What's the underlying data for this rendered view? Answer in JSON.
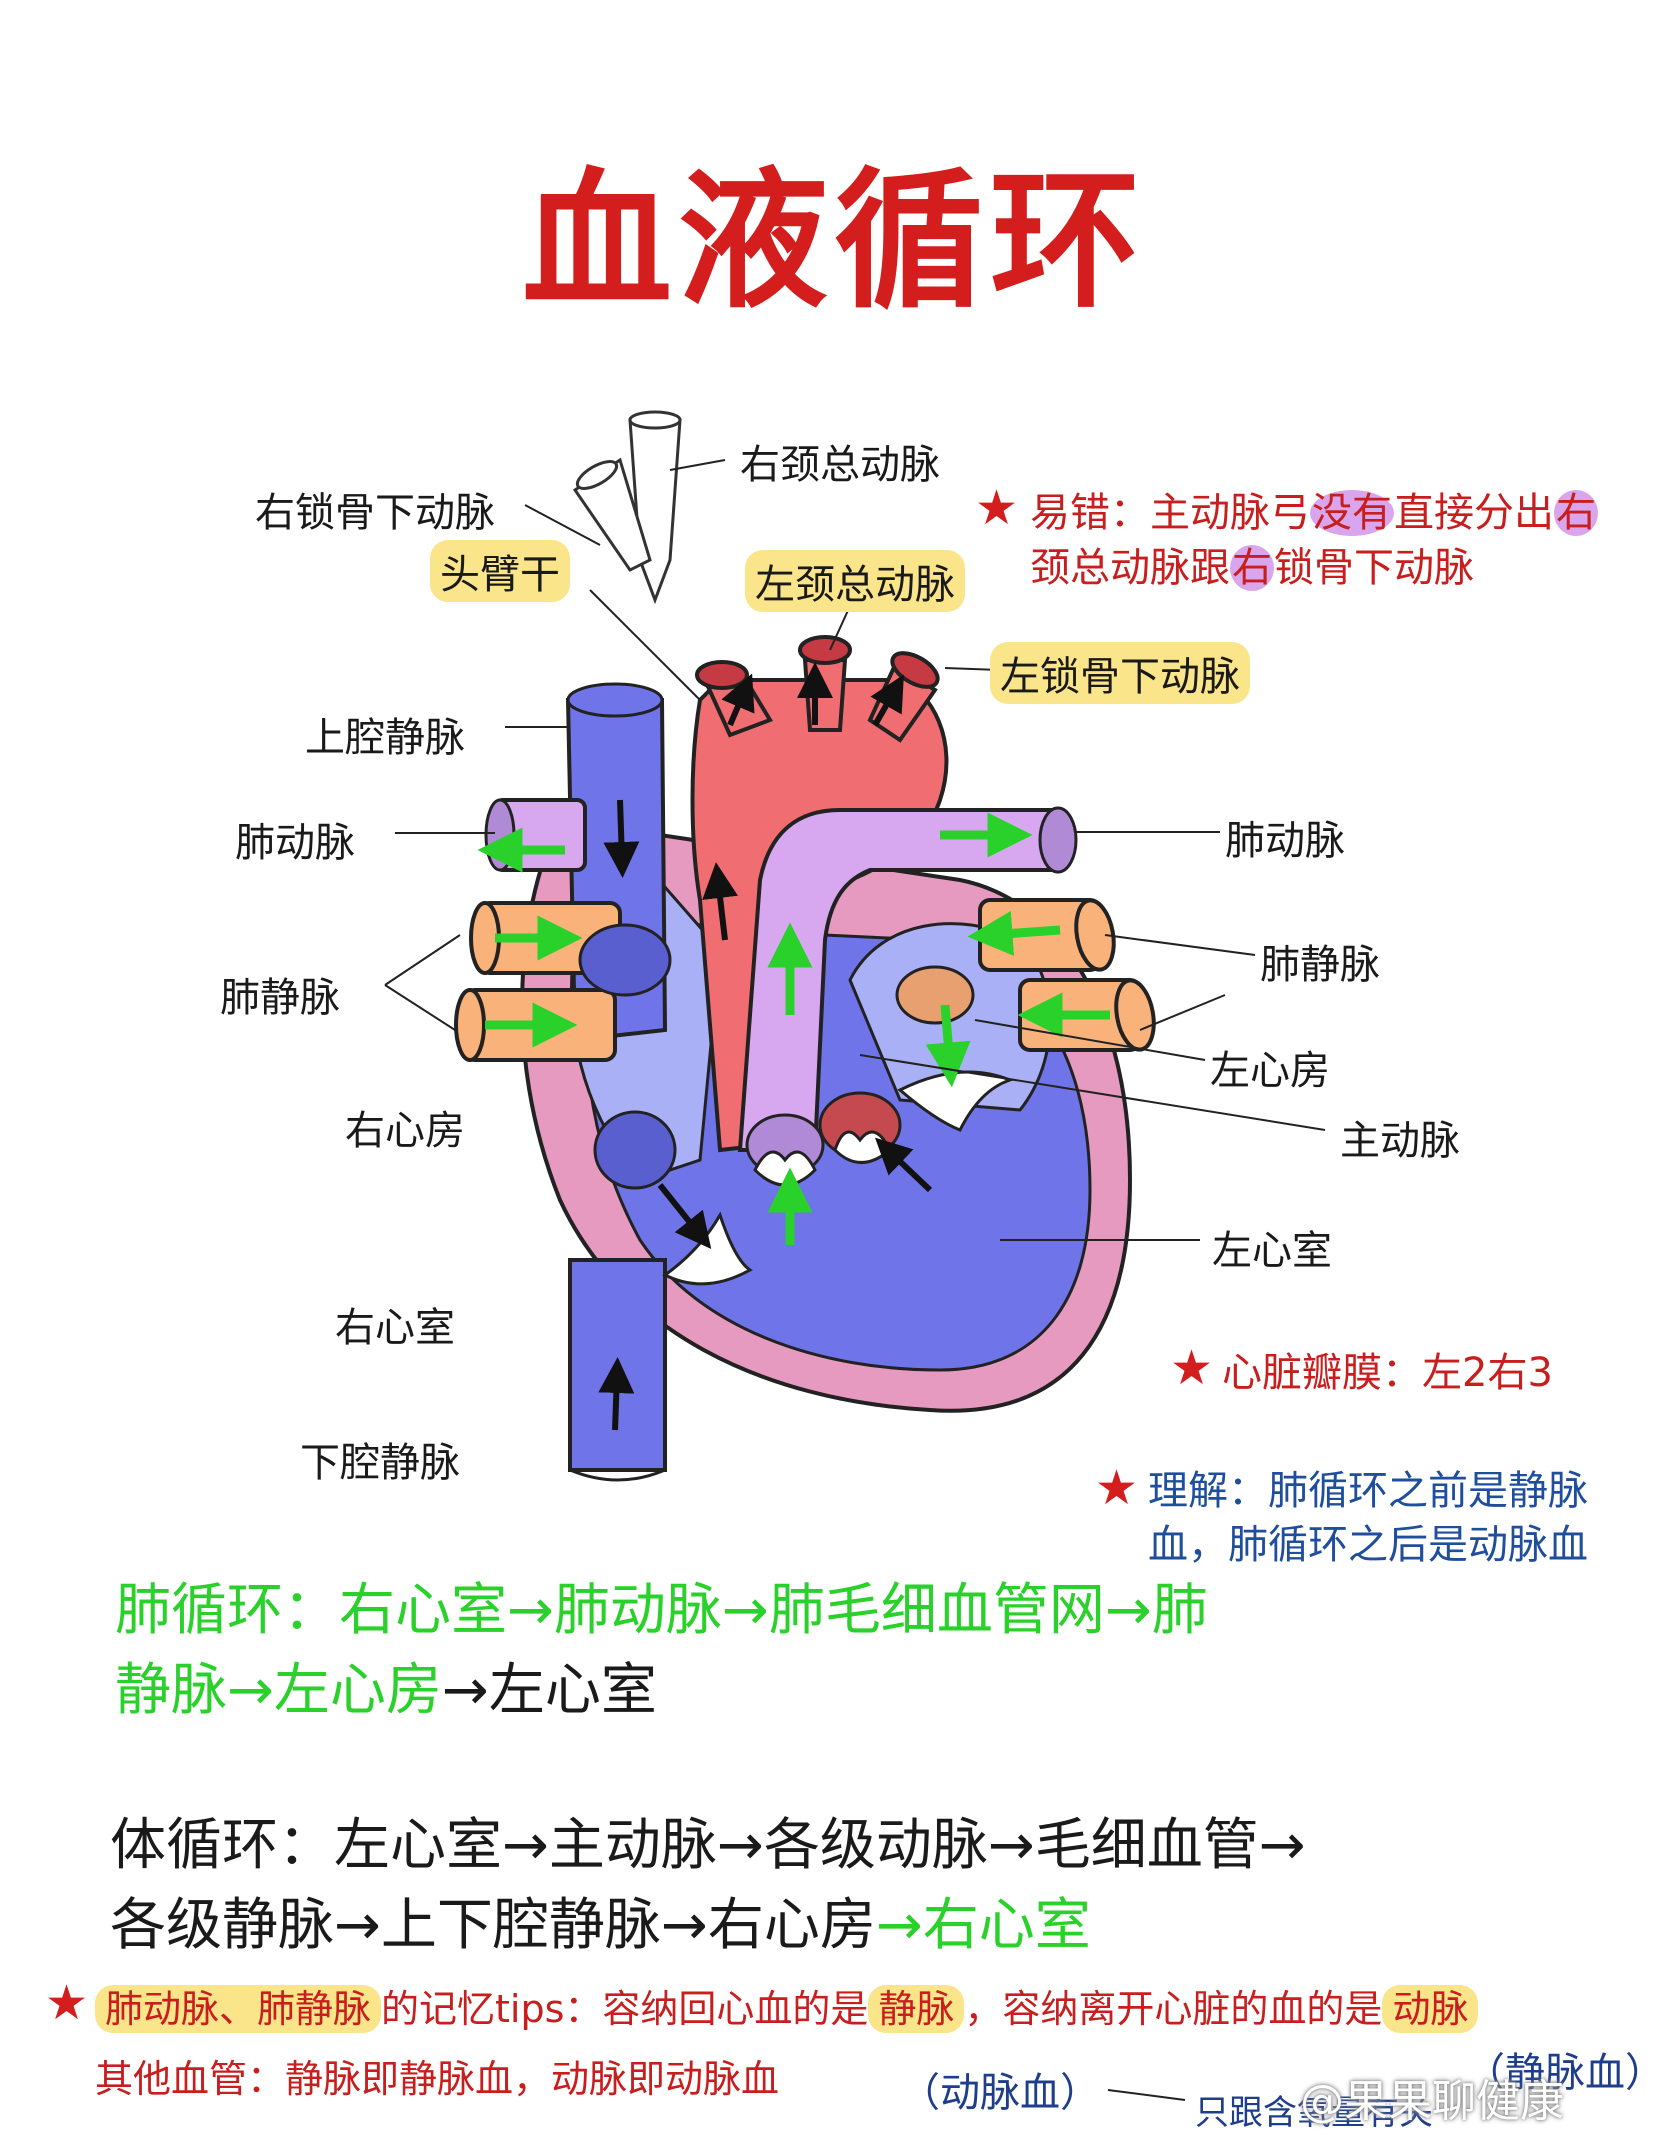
{
  "title": "血液循环",
  "labels": {
    "right_common_carotid": "右颈总动脉",
    "right_subclavian": "右锁骨下动脉",
    "brachiocephalic": "头臂干",
    "left_common_carotid": "左颈总动脉",
    "left_subclavian": "左锁骨下动脉",
    "superior_vena_cava": "上腔静脉",
    "pulmonary_artery_left": "肺动脉",
    "pulmonary_artery_right": "肺动脉",
    "pulmonary_vein_left": "肺静脉",
    "pulmonary_vein_right": "肺静脉",
    "right_atrium": "右心房",
    "left_atrium": "左心房",
    "aorta": "主动脉",
    "right_ventricle": "右心室",
    "left_ventricle": "左心室",
    "inferior_vena_cava": "下腔静脉"
  },
  "notes": {
    "mistake_line1_a": "易错：主动脉弓",
    "mistake_line1_b": "没有",
    "mistake_line1_c": "直接分出",
    "mistake_line1_d": "右",
    "mistake_line2_a": "颈总动脉跟",
    "mistake_line2_b": "右",
    "mistake_line2_c": "锁骨下动脉",
    "valves": "心脏瓣膜：左2右3",
    "understand_line1": "理解：肺循环之前是静脉",
    "understand_line2": "血，肺循环之后是动脉血"
  },
  "pulmonary": {
    "line1": "肺循环：右心室→肺动脉→肺毛细血管网→肺",
    "line2_green": "静脉→左心房",
    "line2_black": "→左心室"
  },
  "systemic": {
    "line1": "体循环：左心室→主动脉→各级动脉→毛细血管→",
    "line2_black": "各级静脉→上下腔静脉→右心房",
    "line2_green": "→右心室"
  },
  "tips": {
    "line1_a": "肺动脉、肺静脉",
    "line1_b": "的记忆tips：容纳回心血的是",
    "line1_c": "静脉",
    "line1_d": "，容纳离开心脏的血的是",
    "line1_e": "动脉",
    "line2": "其他血管：静脉即静脉血，动脉即动脉血",
    "arterial_blood": "（动脉血）",
    "venous_blood": "（静脉血）",
    "only_with": "只跟含氧量有关"
  },
  "watermark": "@果果聊健康",
  "colors": {
    "title_red": "#d41e1e",
    "vein_blue": "#6f74e8",
    "artery_red": "#f06e72",
    "pulmonary_artery_purple": "#d7a8ef",
    "pulmonary_vein_orange": "#f8b27a",
    "arrow_green": "#2ad12a",
    "highlight_yellow": "#fbe58a"
  }
}
